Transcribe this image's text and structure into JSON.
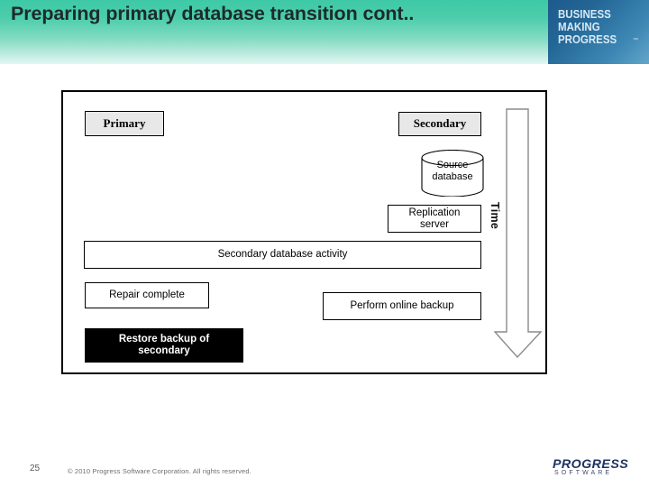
{
  "header": {
    "title": "Preparing primary database transition cont..",
    "brand": {
      "line1": "BUSINESS",
      "line2": "MAKING",
      "line3": "PROGRESS",
      "tm": "™"
    }
  },
  "diagram": {
    "columns": {
      "primary": "Primary",
      "secondary": "Secondary"
    },
    "source_database": "Source\ndatabase",
    "source_database_line1": "Source",
    "source_database_line2": "database",
    "replication_server_line1": "Replication",
    "replication_server_line2": "server",
    "secondary_activity": "Secondary database activity",
    "repair_complete": "Repair complete",
    "perform_online_backup": "Perform online backup",
    "restore_backup_line1": "Restore backup of",
    "restore_backup_line2": "secondary",
    "time_axis_label": "Time"
  },
  "footer": {
    "page_number": "25",
    "copyright": "© 2010 Progress Software Corporation. All rights reserved.",
    "logo_name": "PROGRESS",
    "logo_sub": "SOFTWARE"
  },
  "colors": {
    "header_gradient_start": "#3ec9a6",
    "header_gradient_end": "#e3f7f1",
    "brand_box_blue": "#236696",
    "highlight_box": "#000000",
    "title_text": "#1d2b2b",
    "logo_navy": "#1d3461"
  }
}
